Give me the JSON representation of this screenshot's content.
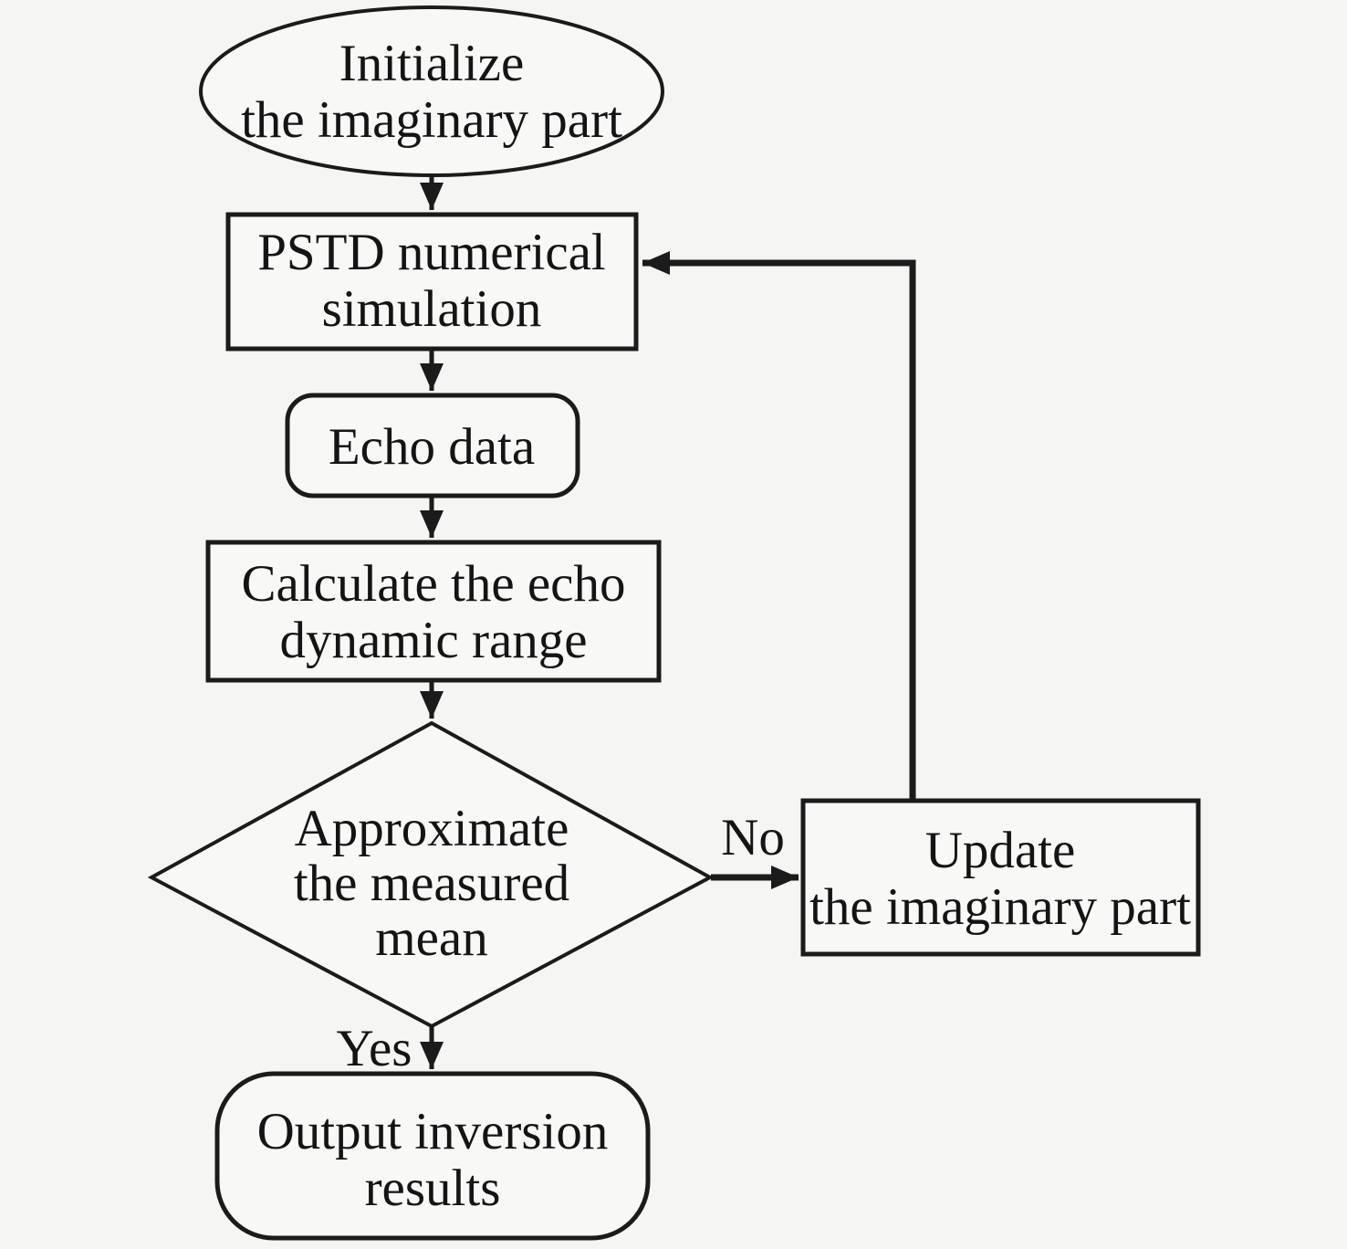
{
  "canvas": {
    "background": "#f5f5f3",
    "shape_fill": "#f8f8f7",
    "line_color": "#1b1b1b",
    "text_color": "#141414"
  },
  "nodes": {
    "initialize": {
      "shape": "ellipse",
      "line1": "Initialize",
      "line2": "the imaginary part"
    },
    "pstd": {
      "shape": "rect",
      "line1": "PSTD numerical",
      "line2": "simulation"
    },
    "echo": {
      "shape": "rounded-rect",
      "line1": "Echo data"
    },
    "calculate": {
      "shape": "rect",
      "line1": "Calculate the echo",
      "line2": "dynamic range"
    },
    "decision": {
      "shape": "diamond",
      "line1": "Approximate",
      "line2": "the measured",
      "line3": "mean"
    },
    "output": {
      "shape": "rounded-rect",
      "line1": "Output inversion",
      "line2": "results"
    },
    "update": {
      "shape": "rect",
      "line1": "Update",
      "line2": "the imaginary part"
    }
  },
  "edge_labels": {
    "yes": "Yes",
    "no": "No"
  }
}
